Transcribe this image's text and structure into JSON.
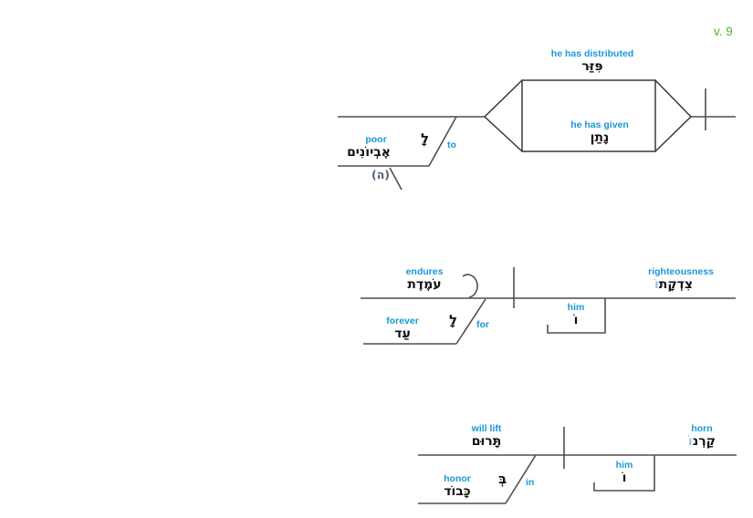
{
  "page": {
    "verse_label": "v. 9"
  },
  "colors": {
    "gloss_blue": "#1899d5",
    "hebrew_black": "#121212",
    "suffix_light_blue": "#9cc4de",
    "implied_article_slate": "#51647a",
    "verse_green": "#55b32a",
    "line_gray": "#4e4f51"
  },
  "clauses": [
    {
      "id": "clause-1",
      "verbs": [
        {
          "gloss": "he has distributed",
          "hebrew": "פִּזַּר"
        },
        {
          "gloss": "he has given",
          "hebrew": "נָתַן"
        }
      ],
      "prep": {
        "hebrew": "לָ",
        "gloss": "to"
      },
      "prep_object": {
        "gloss": "poor",
        "hebrew": "אֶבְיוֹנִים",
        "implied_article": "(ה)"
      }
    },
    {
      "id": "clause-2",
      "verb": {
        "gloss": "endures",
        "hebrew": "עֹמֶדֶת"
      },
      "subject": {
        "gloss": "righteousness",
        "hebrew_stem": "צִדְקָת",
        "hebrew_suffix": "וֹ"
      },
      "suffix_pronoun": {
        "gloss": "him",
        "hebrew": "וֹ"
      },
      "prep": {
        "hebrew": "לָ",
        "gloss": "for"
      },
      "prep_object": {
        "gloss": "forever",
        "hebrew": "עַד"
      }
    },
    {
      "id": "clause-3",
      "verb": {
        "gloss": "will lift",
        "hebrew": "תָּרוּם"
      },
      "subject": {
        "gloss": "horn",
        "hebrew_stem": "קַרְנ",
        "hebrew_suffix": "וֹ"
      },
      "suffix_pronoun": {
        "gloss": "him",
        "hebrew": "וֹ"
      },
      "prep": {
        "hebrew": "בְּ",
        "gloss": "in"
      },
      "prep_object": {
        "gloss": "honor",
        "hebrew": "כָּבוֹד"
      }
    }
  ]
}
